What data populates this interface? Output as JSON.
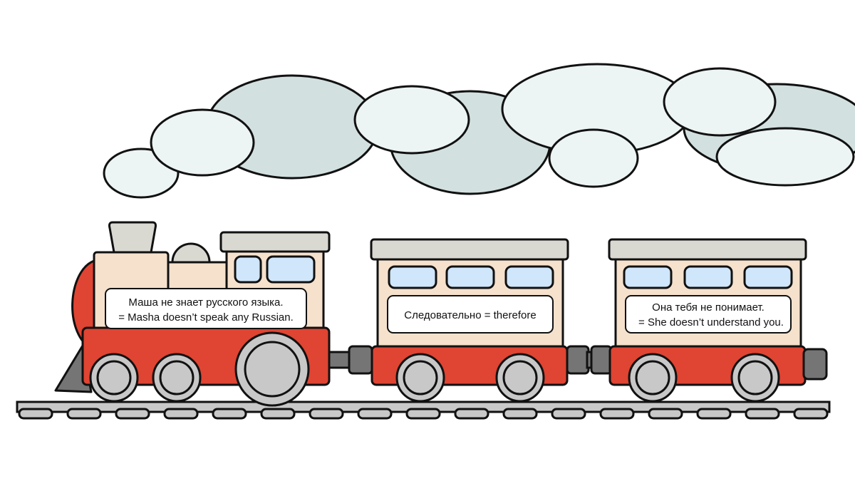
{
  "locomotive": {
    "line1": "Маша не знает русского языка.",
    "line2": "= Masha doesn’t speak any Russian."
  },
  "wagon1": {
    "line1": "Следовательно = therefore"
  },
  "wagon2": {
    "line1": "Она тебя не понимает.",
    "line2": "= She doesn’t understand you."
  },
  "colors": {
    "body_red": "#e04432",
    "cabin_beige": "#f5e1cc",
    "roof_grey": "#d9d8d1",
    "window_blue": "#cfe6fb",
    "wheel_grey": "#c8c8c8",
    "smoke_dark": "#d3e0e0",
    "smoke_light": "#edf4f4",
    "coupler_grey": "#757575"
  }
}
